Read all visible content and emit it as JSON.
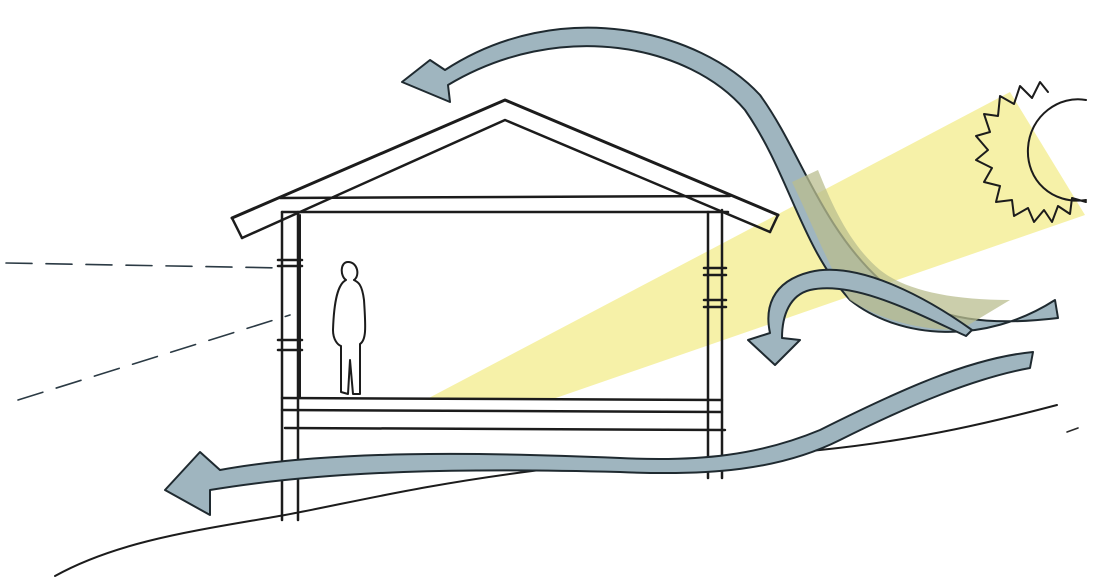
{
  "colors": {
    "wind_fill": "#9fb5bf",
    "sun_beam": "#f6f1a8",
    "overlap": "#b9be8f",
    "ink": "#1c1c1c",
    "background": "#ffffff"
  },
  "elements": {
    "house": "house-section",
    "person": "person-silhouette",
    "sun": "sun-icon",
    "ground": "ground-line",
    "sun_beam": "sun-beam",
    "winds": [
      "wind-arrow-top",
      "wind-arrow-middle",
      "wind-arrow-bottom"
    ],
    "sight_lines": [
      "sight-line-upper",
      "sight-line-lower"
    ]
  }
}
